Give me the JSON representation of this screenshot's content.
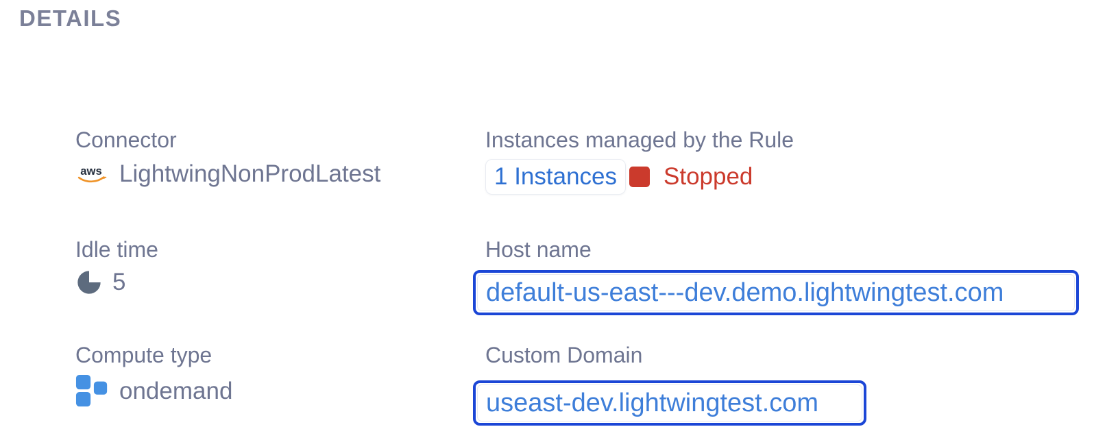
{
  "title": "DETAILS",
  "colors": {
    "label_gray": "#6e7591",
    "title_gray": "#7b8098",
    "link_blue": "#2e70d2",
    "domain_text_blue": "#3e7ed9",
    "outline_blue": "#1b46d6",
    "status_red": "#cb3a2c",
    "aws_navy": "#252f3e",
    "aws_orange": "#ef9328",
    "pie_slate": "#5d6b7e",
    "block_blue": "#4591e3"
  },
  "fields": {
    "connector": {
      "label": "Connector",
      "logo_text": "aws",
      "icon": "aws-logo-icon",
      "value": "LightwingNonProdLatest"
    },
    "idle_time": {
      "label": "Idle time",
      "icon": "idle-time-pie-icon",
      "value": "5"
    },
    "compute_type": {
      "label": "Compute type",
      "icon": "compute-blocks-icon",
      "value": "ondemand"
    },
    "instances": {
      "label": "Instances managed by the Rule",
      "count_link": "1 Instances",
      "status_icon": "stopped-status-square-icon",
      "status": "Stopped"
    },
    "host_name": {
      "label": "Host name",
      "value": "default-us-east---dev.demo.lightwingtest.com"
    },
    "custom_domain": {
      "label": "Custom Domain",
      "value": "useast-dev.lightwingtest.com"
    }
  }
}
